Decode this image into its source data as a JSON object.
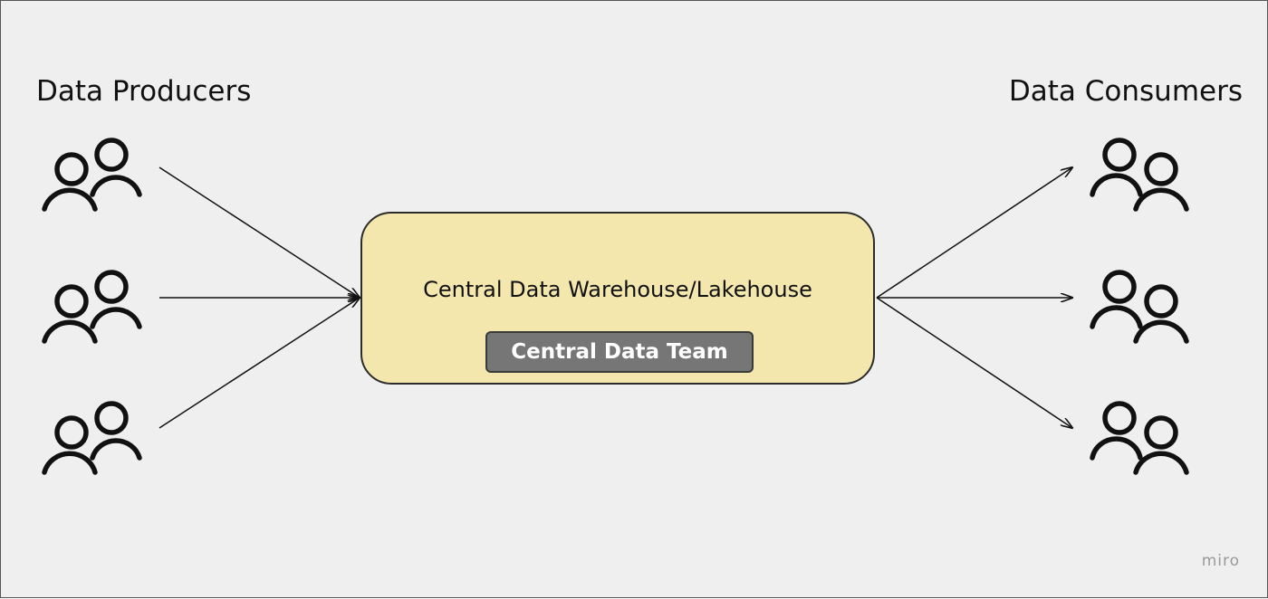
{
  "producers": {
    "heading": "Data Producers",
    "groups": [
      {
        "icon": "user-group-icon"
      },
      {
        "icon": "user-group-icon"
      },
      {
        "icon": "user-group-icon"
      }
    ]
  },
  "consumers": {
    "heading": "Data Consumers",
    "groups": [
      {
        "icon": "user-group-icon"
      },
      {
        "icon": "user-group-icon"
      },
      {
        "icon": "user-group-icon"
      }
    ]
  },
  "hub": {
    "title": "Central Data Warehouse/Lakehouse",
    "team_label": "Central Data Team"
  },
  "edges": [
    {
      "from": "producer-1",
      "to": "hub"
    },
    {
      "from": "producer-2",
      "to": "hub"
    },
    {
      "from": "producer-3",
      "to": "hub"
    },
    {
      "from": "hub",
      "to": "consumer-1"
    },
    {
      "from": "hub",
      "to": "consumer-2"
    },
    {
      "from": "hub",
      "to": "consumer-3"
    }
  ],
  "colors": {
    "background": "#efefef",
    "hub_fill": "#f4e7ae",
    "badge_fill": "#767676",
    "stroke": "#111111"
  },
  "watermark": "miro"
}
